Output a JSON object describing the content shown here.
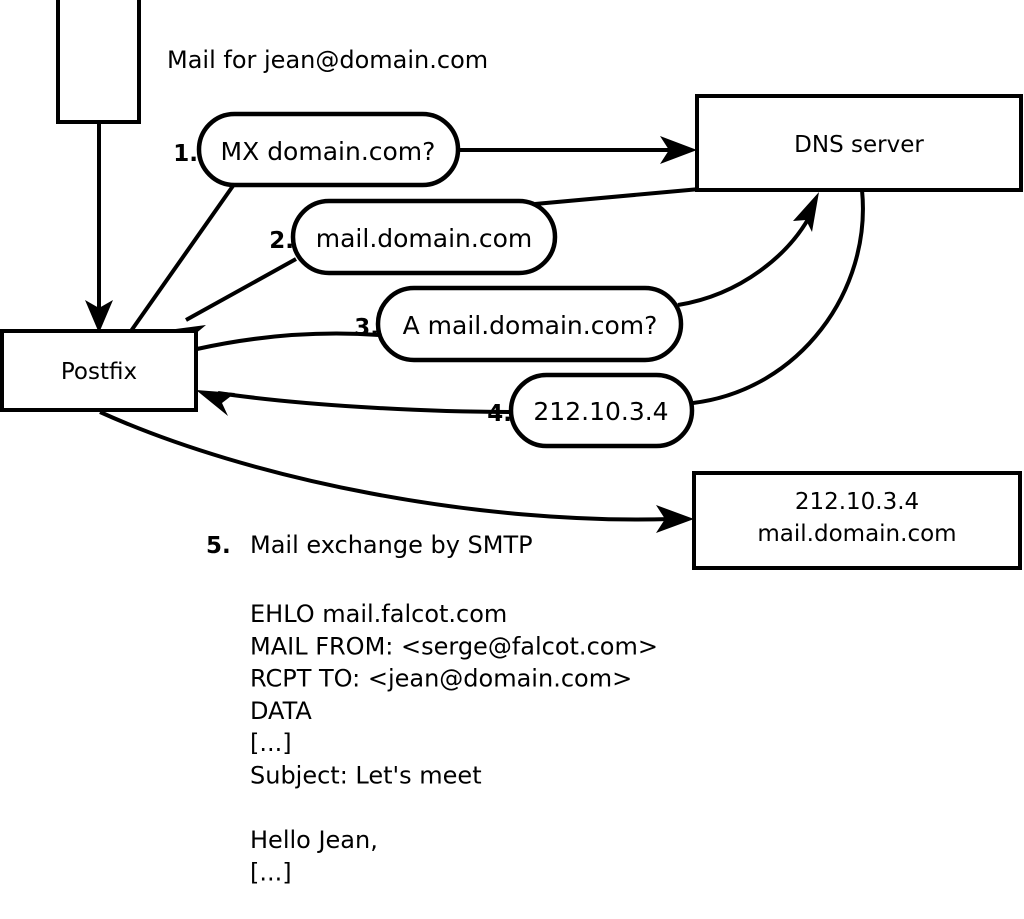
{
  "diagram": {
    "title_label": "Mail for jean@domain.com",
    "nodes": {
      "sender_box": {
        "label": ""
      },
      "postfix": {
        "label": "Postfix"
      },
      "dns_server": {
        "label": "DNS server"
      },
      "target_server": {
        "line1": "212.10.3.4",
        "line2": "mail.domain.com"
      }
    },
    "steps": [
      {
        "num": "1.",
        "text": "MX domain.com?"
      },
      {
        "num": "2.",
        "text": "mail.domain.com"
      },
      {
        "num": "3.",
        "text": "A mail.domain.com?"
      },
      {
        "num": "4.",
        "text": "212.10.3.4"
      }
    ],
    "step5": {
      "num": "5.",
      "label": "Mail exchange by SMTP",
      "transcript": [
        "EHLO mail.falcot.com",
        "MAIL FROM: <serge@falcot.com>",
        "RCPT TO: <jean@domain.com>",
        "DATA",
        "[...]",
        "Subject: Let's meet",
        "",
        "Hello Jean,",
        "[...]",
        "",
        "."
      ]
    },
    "colors": {
      "stroke": "#000000",
      "fill": "#ffffff",
      "text": "#000000"
    }
  }
}
